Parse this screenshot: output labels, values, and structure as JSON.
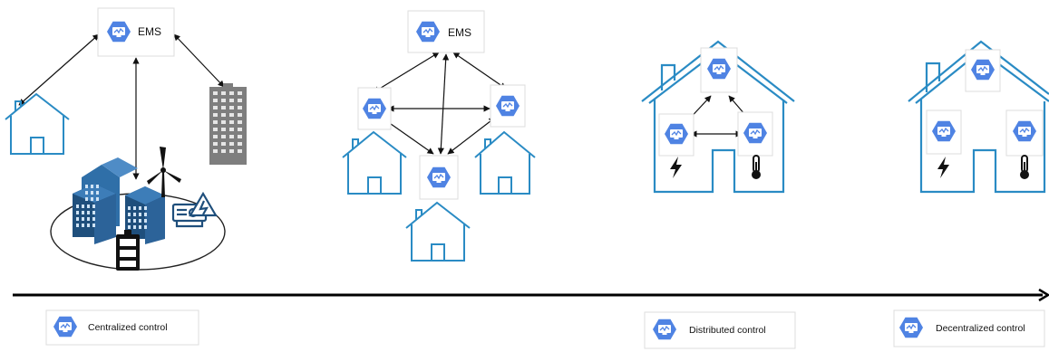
{
  "colors": {
    "house": "#2a8bc4",
    "hexagon": "#4f83e3",
    "building_dark": "#1f4f7c",
    "building_mid": "#2f6fa8",
    "tower": "#7e7e7e",
    "arrow": "#111111",
    "axis": "#000000"
  },
  "icons": [
    "ems-hexagon-icon",
    "house-icon",
    "office-building-icon",
    "campus-buildings-icon",
    "wind-turbine-icon",
    "generator-icon",
    "battery-icon",
    "lightning-icon",
    "thermometer-icon"
  ],
  "centralized": {
    "ems_label": "EMS"
  },
  "distributed_network": {
    "ems_label": "EMS"
  },
  "legend": {
    "centralized": "Centralized control",
    "distributed": "Distributed control",
    "decentralized": "Decentralized control"
  }
}
